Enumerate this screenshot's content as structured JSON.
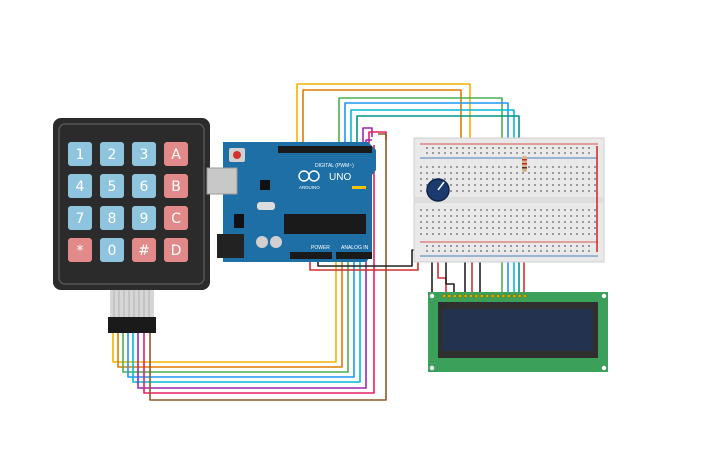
{
  "canvas": {
    "background": "#ffffff"
  },
  "keypad": {
    "keys": [
      [
        "1",
        "2",
        "3",
        "A"
      ],
      [
        "4",
        "5",
        "6",
        "B"
      ],
      [
        "7",
        "8",
        "9",
        "C"
      ],
      [
        "*",
        "0",
        "#",
        "D"
      ]
    ],
    "colors": {
      "body": "#2b2b2b",
      "number_key": "#8ec4dd",
      "letter_key": "#e28a8a"
    }
  },
  "arduino": {
    "board_label": "UNO",
    "brand_label": "ARDUINO",
    "digital_header_label": "DIGITAL (PWM~)",
    "power_header_label": "POWER",
    "analog_header_label": "ANALOG IN",
    "colors": {
      "board": "#1d6fa5"
    }
  },
  "breadboard": {
    "colors": {
      "body": "#e9e9e9",
      "power_red": "#d9534f",
      "power_blue": "#4a7fb5"
    }
  },
  "lcd": {
    "colors": {
      "pcb": "#3aa05a",
      "screen": "#23324f"
    }
  },
  "wire_colors": [
    "#f0b400",
    "#e07b00",
    "#4caf50",
    "#2196f3",
    "#00bcd4",
    "#9c27b0",
    "#e91e63",
    "#8b5a2b",
    "#222222",
    "#d32f2f"
  ]
}
